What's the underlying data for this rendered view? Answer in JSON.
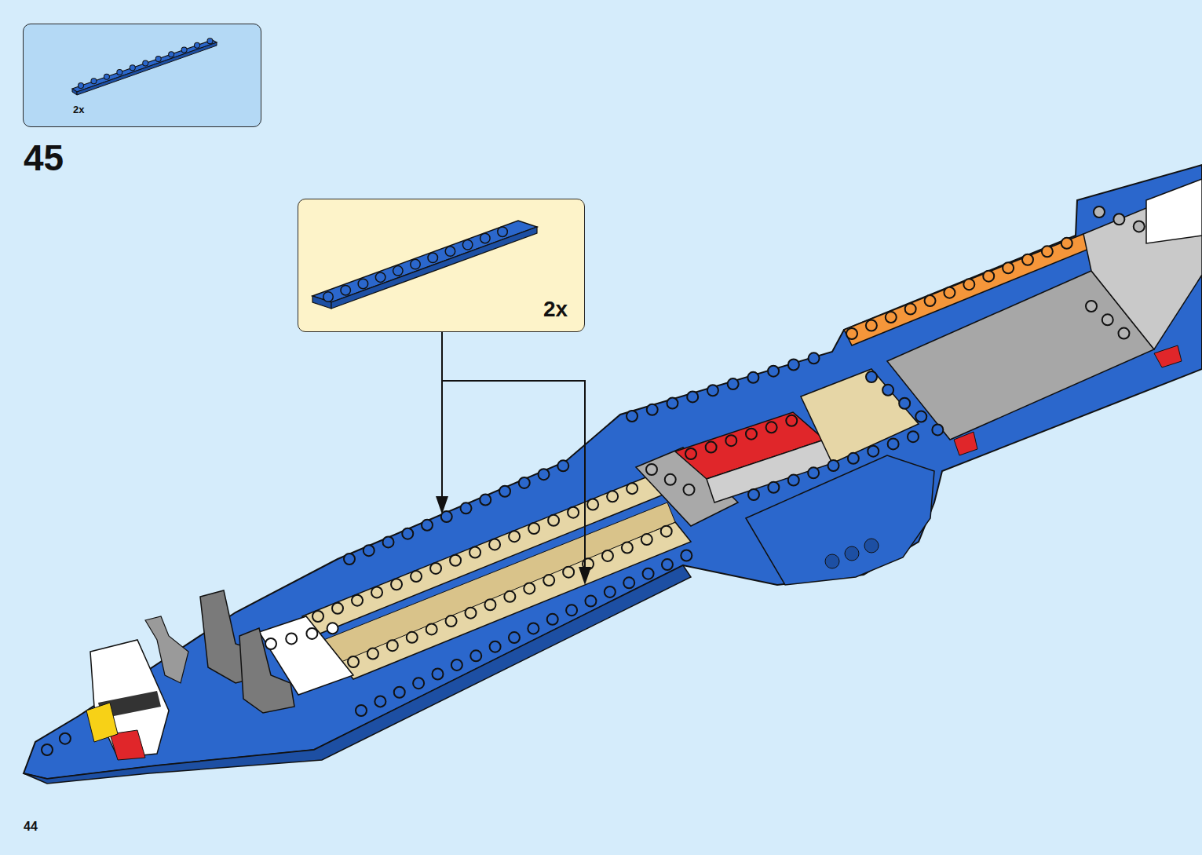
{
  "diagram": {
    "nodes": [
      {
        "text": [
          "2x"
        ]
      },
      {
        "text": [
          "2x"
        ]
      }
    ],
    "edges": [],
    "labels": [
      "45",
      "44"
    ]
  }
}
